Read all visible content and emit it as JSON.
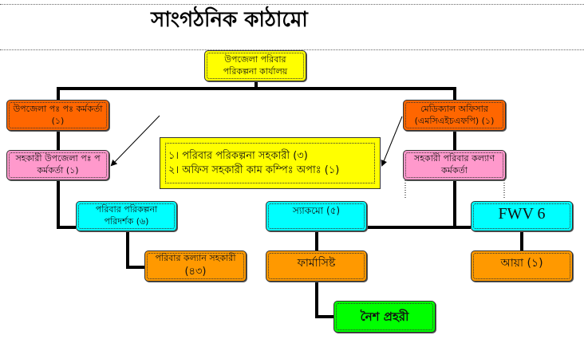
{
  "title": "সাংগঠনিক কাঠামো",
  "nodes": {
    "top": [
      "উপজেলা পরিবার",
      "পরিকল্পনা কার্যালয়"
    ],
    "left_officer": "উপজেলা পঃ পঃ কর্মকর্তা (১)",
    "right_officer": [
      "মেডিক্যাল অফিসার",
      "(এমসিএইচএফপি) (১)"
    ],
    "left_assistant": [
      "সহকারী উপজেলা পঃ প",
      "কর্মকর্তা (১)"
    ],
    "right_assistant": [
      "সহকারী পরিবার কল্যাণ",
      "কর্মকর্তা"
    ],
    "staff_note": [
      "১। পরিবার পরিকল্পনা সহকারী (৩)",
      "২। অফিস সহকারী কাম কম্পিঃ অপাঃ (১)"
    ],
    "inspector": [
      "পরিবার পরিকল্পনা",
      "পরিদর্শক (৬)"
    ],
    "sacmo": "স্যাকমো (৫)",
    "fwv": "FWV 6",
    "welfare_assistant": [
      "পরিবার কল্যান সহকারী",
      "(৪৩)"
    ],
    "pharmacist": "ফার্মাসিষ্ট",
    "aya": "আয়া (১)",
    "night_guard": "নৈশ প্রহরী"
  },
  "colors": {
    "yellow": "#ffff00",
    "dark_orange": "#ff6600",
    "pink": "#ff99cc",
    "cyan": "#00ffff",
    "orange": "#ff9900",
    "green": "#00ff00"
  }
}
